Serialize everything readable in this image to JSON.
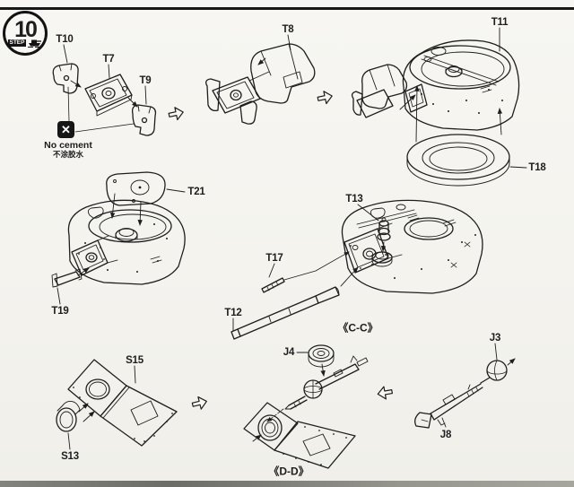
{
  "step": {
    "number": "10",
    "label": "STEP"
  },
  "no_cement": {
    "glyph": "✕",
    "text": "No cement",
    "text_zh": "不涂胶水"
  },
  "part_labels": {
    "t10": "T10",
    "t7": "T7",
    "t9": "T9",
    "t8": "T8",
    "t11": "T11",
    "t18": "T18",
    "t21": "T21",
    "t19": "T19",
    "t13": "T13",
    "t17": "T17",
    "t12": "T12",
    "s15": "S15",
    "s13": "S13",
    "j4": "J4",
    "j3": "J3",
    "j8": "J8"
  },
  "view_labels": {
    "cc": "《C-C》",
    "dd": "《D-D》"
  },
  "colors": {
    "ink": "#1e1e1e",
    "paper": "#f5f4f0"
  }
}
